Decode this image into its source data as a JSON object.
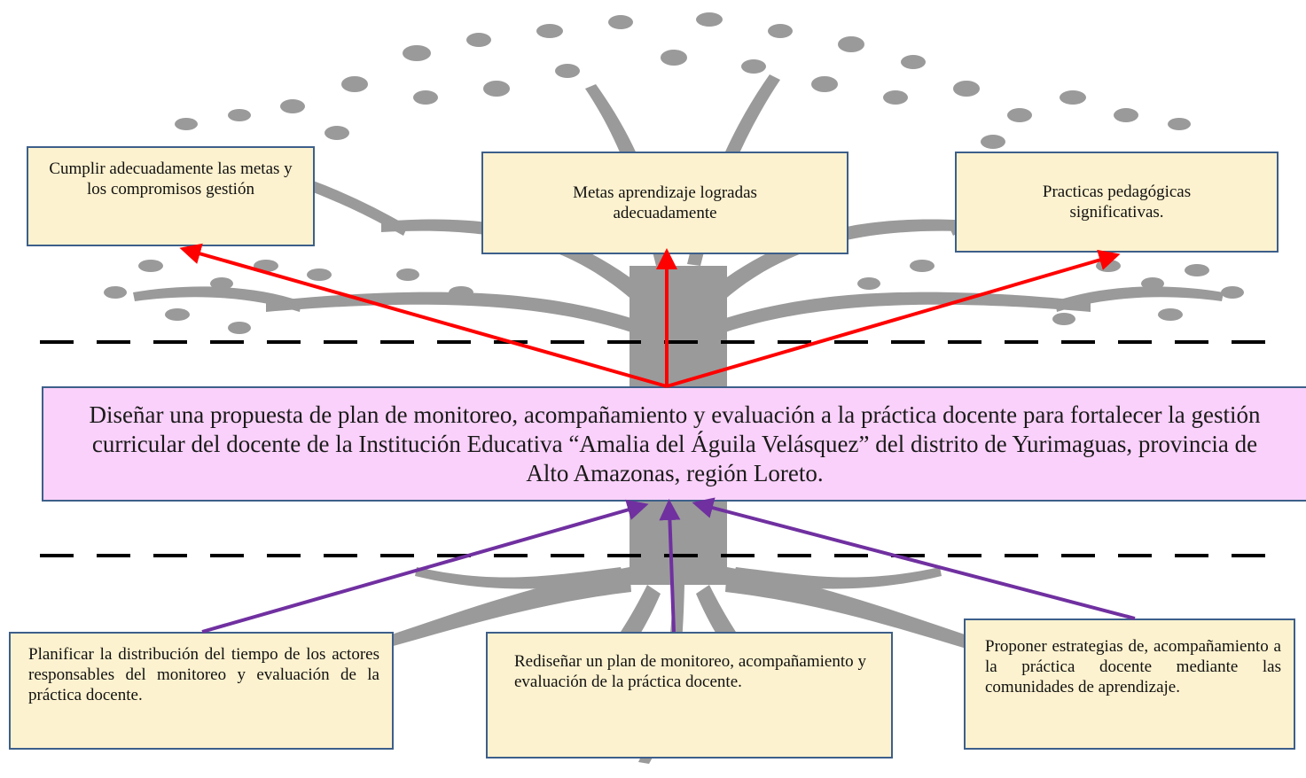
{
  "colors": {
    "box_fill": "#fdf2cf",
    "box_border": "#3d5f8a",
    "central_fill": "#fad1fa",
    "effect_arrows": "#ff0000",
    "cause_arrows": "#7030a0",
    "tree": "#9a9a9a",
    "dashed_lines": "#000000"
  },
  "effects": {
    "left": "Cumplir adecuadamente las metas y los compromisos gestión",
    "center": "Metas aprendizaje logradas adecuadamente",
    "right": "Practicas pedagógicas significativas."
  },
  "central_objective": "Diseñar una propuesta de plan de monitoreo, acompañamiento y evaluación a la práctica docente para fortalecer la gestión curricular del docente de la Institución Educativa “Amalia del Águila Velásquez” del distrito de Yurimaguas, provincia de Alto Amazonas, región Loreto.",
  "causes": {
    "left": "Planificar la distribución del tiempo de los actores responsables del monitoreo y evaluación de la práctica docente.",
    "center": "Rediseñar un plan de monitoreo, acompañamiento y evaluación de la práctica docente.",
    "right": "Proponer estrategias de, acompañamiento a la práctica docente mediante las comunidades de aprendizaje."
  },
  "icons": {
    "background": "tree-icon",
    "separators": "dashed-line",
    "connectors": "arrow"
  }
}
